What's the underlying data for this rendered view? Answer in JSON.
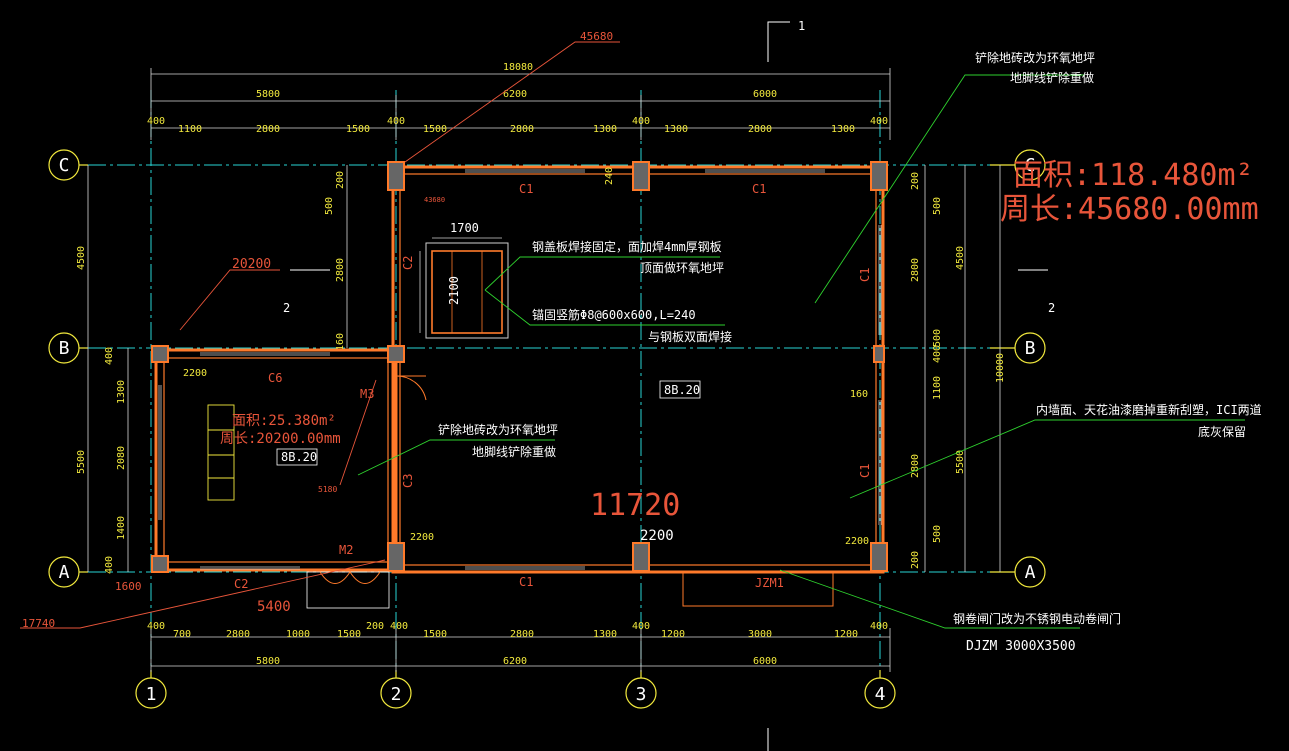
{
  "grid": {
    "rows": [
      "C",
      "B",
      "A"
    ],
    "cols": [
      "1",
      "2",
      "3",
      "4"
    ]
  },
  "dims_top": {
    "overall": "18080",
    "spans": [
      "5800",
      "6200",
      "6000"
    ],
    "detail": [
      "400",
      "1100",
      "2800",
      "1500",
      "400",
      "1500",
      "2800",
      "1300",
      "400",
      "1300",
      "2800",
      "1300",
      "400"
    ]
  },
  "dims_bottom": {
    "spans": [
      "5800",
      "6200",
      "6000"
    ],
    "detail": [
      "400",
      "700",
      "2800",
      "1000",
      "1500",
      "200",
      "400",
      "1500",
      "2800",
      "1300",
      "400",
      "1200",
      "3000",
      "1200",
      "400"
    ]
  },
  "dims_right": {
    "overall": "10000",
    "spans": [
      "4500",
      "5500"
    ],
    "detail": [
      "200",
      "500",
      "2800",
      "500",
      "400",
      "1100",
      "2800",
      "500",
      "200"
    ]
  },
  "dims_left": {
    "spans": [
      "4500",
      "5500"
    ],
    "upper": [
      "200",
      "500",
      "2800",
      "160"
    ],
    "lower": [
      "400",
      "1300",
      "2080",
      "1400",
      "400"
    ]
  },
  "section_marks": [
    "1",
    "2",
    "2"
  ],
  "area_main": {
    "area": "面积:118.480m²",
    "perimeter": "周长:45680.00mm"
  },
  "area_small": {
    "area": "面积:25.380m²",
    "perimeter": "周长:20200.00mm",
    "tag": "8B.20"
  },
  "red_labels": [
    "45680",
    "20200",
    "17740",
    "1600",
    "5400",
    "11720",
    "5180",
    "43680"
  ],
  "room_tag": "8B.20",
  "notes": [
    "铲除地砖改为环氧地坪",
    "地脚线铲除重做",
    "钢盖板焊接固定，面加焊4mm厚钢板",
    "顶面做环氧地坪",
    "锚固竖筋Φ8@600x600,L=240",
    "与钢板双面焊接",
    "铲除地砖改为环氧地坪",
    "地脚线铲除重做",
    "内墙面、天花油漆磨掉重新刮塑，ICI两道",
    "底灰保留",
    "钢卷闸门改为不锈钢电动卷闸门",
    "DJZM 3000X3500"
  ],
  "window_labels": [
    "C1",
    "C1",
    "C1",
    "C1",
    "C1",
    "C2",
    "C3",
    "C6",
    "C2"
  ],
  "door_labels": [
    "M3",
    "M2",
    "JZM1"
  ],
  "detail_dims": [
    "1700",
    "2100",
    "240",
    "160",
    "2200",
    "2200",
    "2200",
    "2200"
  ]
}
